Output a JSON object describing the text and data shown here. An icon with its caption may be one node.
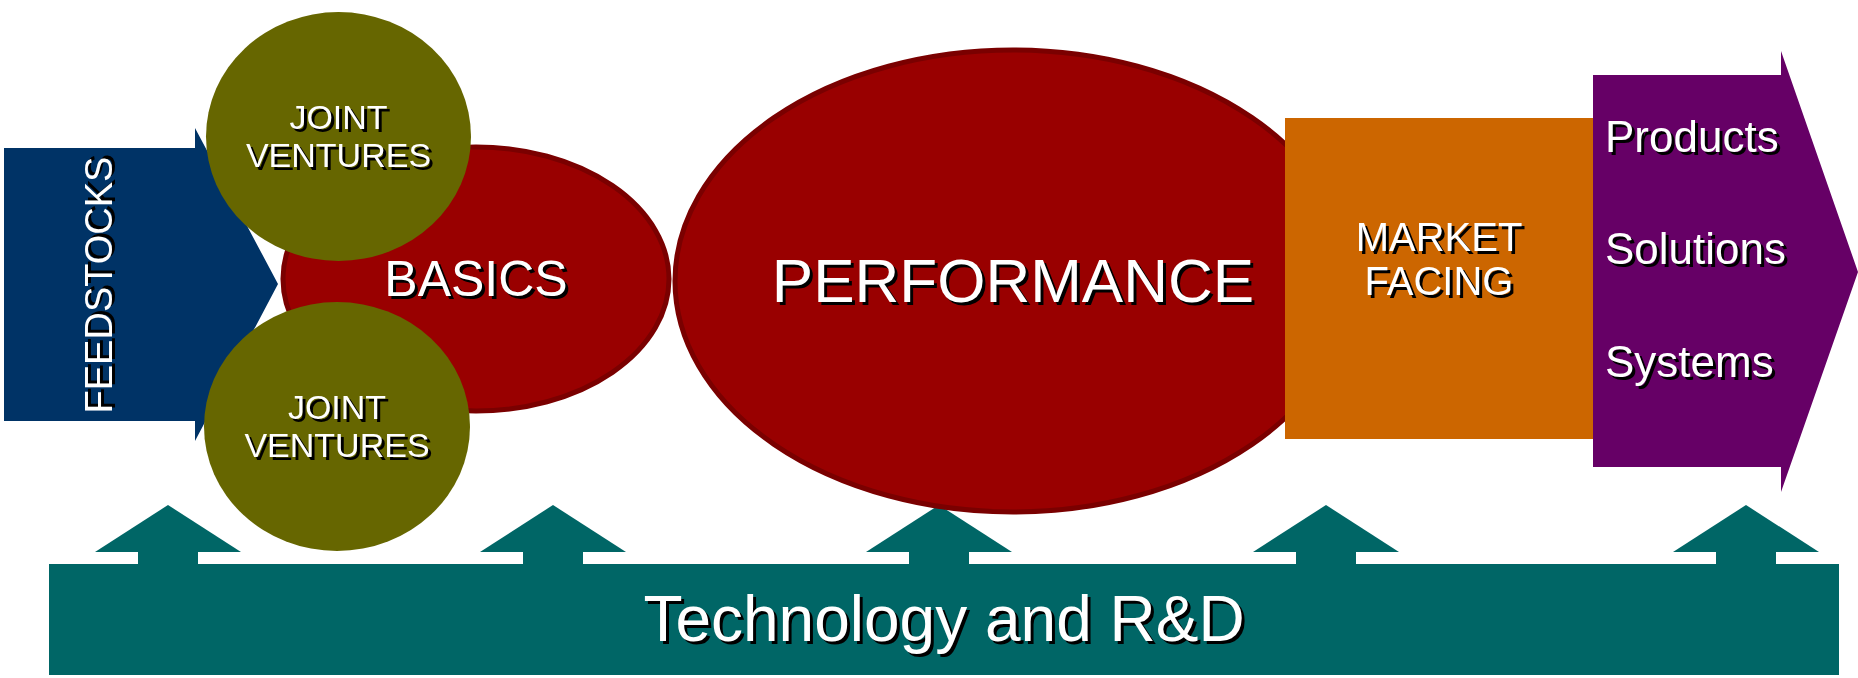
{
  "diagram": {
    "nodes": [
      {
        "text": [
          "FEEDSTOCKS"
        ]
      },
      {
        "text": [
          "JOINT VENTURES"
        ]
      },
      {
        "text": [
          "JOINT VENTURES"
        ]
      },
      {
        "text": [
          "BASICS"
        ]
      },
      {
        "text": [
          "PERFORMANCE"
        ]
      },
      {
        "text": [
          "MARKET FACING"
        ]
      },
      {
        "text": [
          "Products",
          "Solutions",
          "Systems"
        ]
      },
      {
        "text": [
          "Technology and R&D"
        ]
      }
    ],
    "edges": [
      {
        "from": 7,
        "to": 2,
        "arrow": "to"
      },
      {
        "from": 7,
        "to": 2,
        "arrow": "to"
      },
      {
        "from": 7,
        "to": 4,
        "arrow": "to"
      },
      {
        "from": 7,
        "to": 5,
        "arrow": "to"
      },
      {
        "from": 7,
        "to": 6,
        "arrow": "to"
      }
    ]
  }
}
